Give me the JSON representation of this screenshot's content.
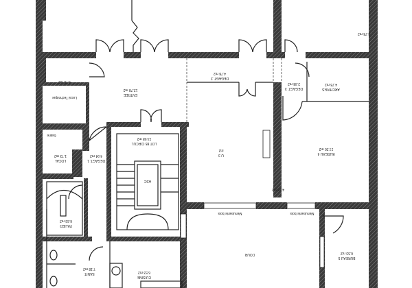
{
  "plan": {
    "rooms": [
      {
        "name": "ENTREE",
        "area": "12.78 m2"
      },
      {
        "name": "Local Technique",
        "area": ""
      },
      {
        "name": "",
        "area": "4.78 m2"
      },
      {
        "name": "DEGAGT. 1",
        "area": "4.94 m2"
      },
      {
        "name": "LOCAL",
        "area": "1.73 m2"
      },
      {
        "name": "LOT 85 CIRCUL",
        "area": "13.58 m2"
      },
      {
        "name": "ASC",
        "area": ""
      },
      {
        "name": "PALIER",
        "area": "6.63 m2"
      },
      {
        "name": "SANIT.",
        "area": "7.18 m2"
      },
      {
        "name": "CUISINE",
        "area": "6.53 m2"
      },
      {
        "name": "DEGAGT. 2",
        "area": "4.78 m2"
      },
      {
        "name": "U 3",
        "area": "m2"
      },
      {
        "name": "DEGAGT. 3",
        "area": "2.38 m2"
      },
      {
        "name": "ARCHIVES",
        "area": "4.78 m2"
      },
      {
        "name": "BUREAU 4",
        "area": "17.20 m2"
      },
      {
        "name": "COUR",
        "area": ""
      },
      {
        "name": "BUREAU 5",
        "area": "6.53 m2"
      }
    ],
    "notes": {
      "window1": "Menuiserie bois",
      "window2": "Menuiserie bois",
      "shaft": "4.78 m2",
      "gaine": "Gaine",
      "top_right_shaft": "4.78 m2"
    }
  }
}
